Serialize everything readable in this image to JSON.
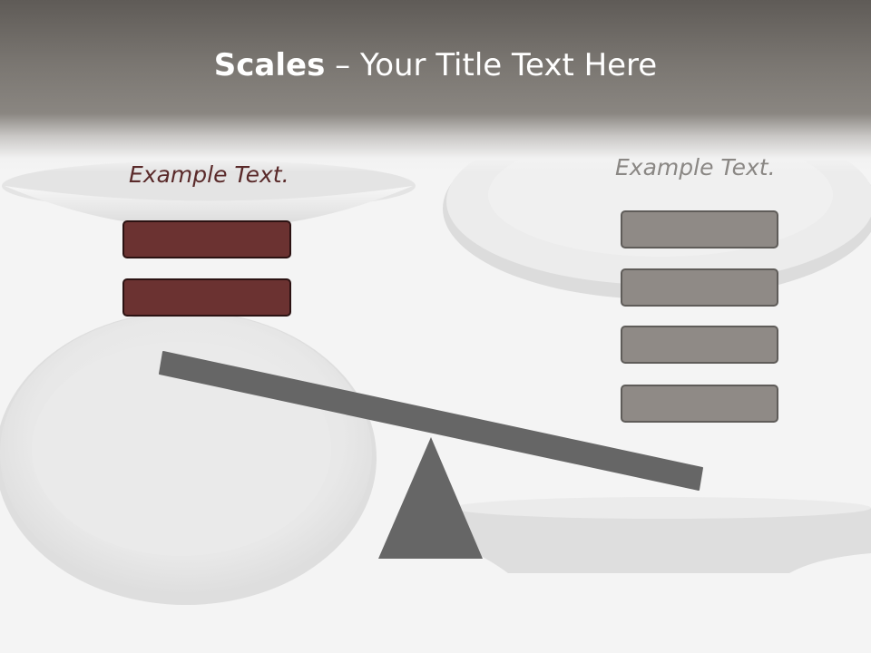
{
  "slide": {
    "title_bold": "Scales",
    "title_rest": " – Your Title Text Here"
  },
  "left_pan": {
    "label": "Example Text.",
    "box_count": 2,
    "box_color": "#6b3231"
  },
  "right_pan": {
    "label": "Example Text.",
    "box_count": 4,
    "box_color": "#8f8a86"
  },
  "colors": {
    "header": "#6f6b67",
    "beam": "#666666",
    "fulcrum": "#666666"
  }
}
